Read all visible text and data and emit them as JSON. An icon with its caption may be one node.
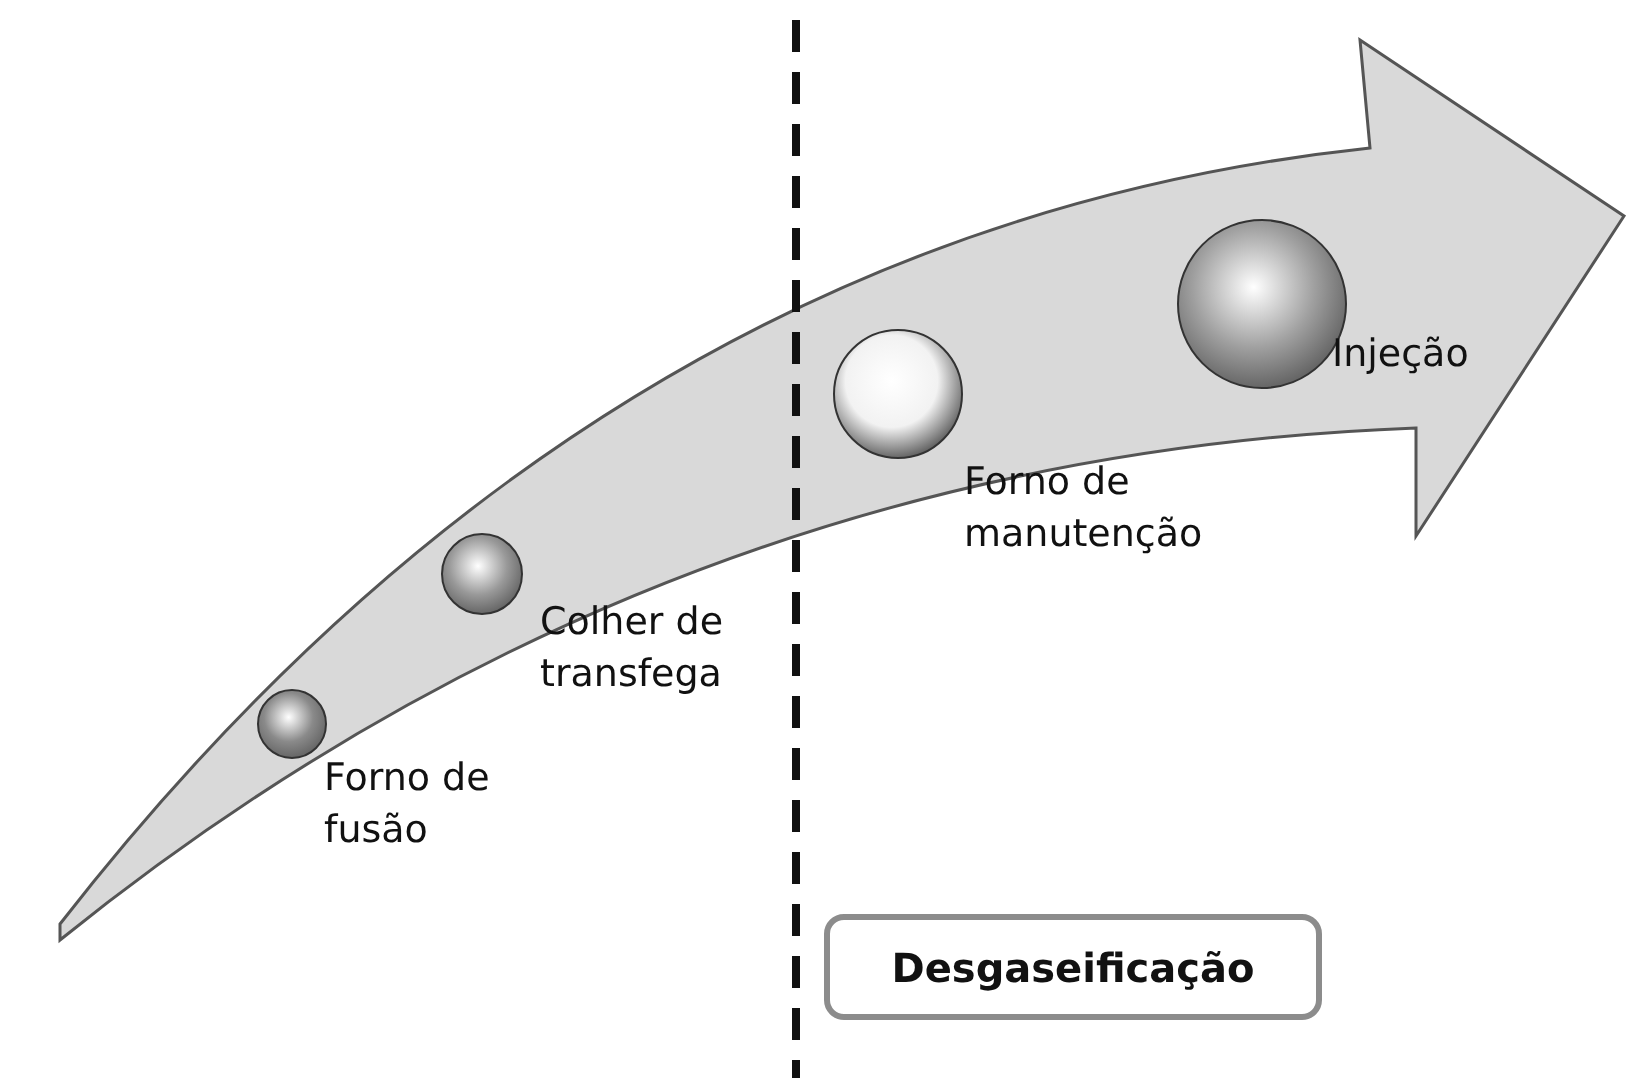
{
  "diagram": {
    "nodes": [
      {
        "text": [],
        "shape": "circle",
        "beside": [
          "Forno de fusão"
        ]
      },
      {
        "text": [],
        "shape": "circle",
        "beside": [
          "Colher de transfega"
        ]
      },
      {
        "text": [],
        "shape": "circle",
        "beside": [
          "Forno de manutenção"
        ]
      },
      {
        "text": [],
        "shape": "circle",
        "beside": [
          "Injeção"
        ]
      },
      {
        "text": [
          "Desgaseificação"
        ]
      }
    ]
  }
}
